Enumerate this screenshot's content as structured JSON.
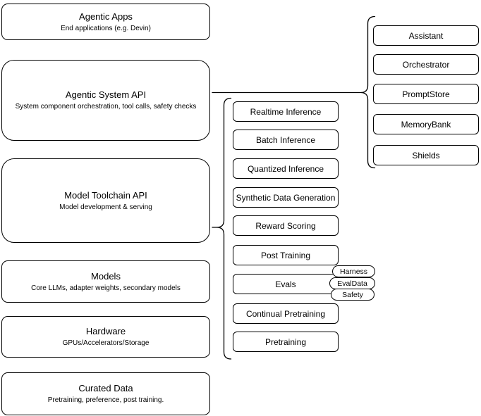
{
  "diagram": {
    "stack_layers": [
      {
        "title": "Agentic Apps",
        "subtitle": "End applications (e.g. Devin)"
      },
      {
        "title": "Agentic System API",
        "subtitle": "System component orchestration, tool calls, safety checks"
      },
      {
        "title": "Model Toolchain API",
        "subtitle": "Model development & serving"
      },
      {
        "title": "Models",
        "subtitle": "Core LLMs, adapter weights, secondary models"
      },
      {
        "title": "Hardware",
        "subtitle": "GPUs/Accelerators/Storage"
      },
      {
        "title": "Curated Data",
        "subtitle": "Pretraining, preference, post training."
      }
    ],
    "toolchain_capabilities": [
      "Realtime Inference",
      "Batch Inference",
      "Quantized Inference",
      "Synthetic Data Generation",
      "Reward Scoring",
      "Post Training",
      "Evals",
      "Continual Pretraining",
      "Pretraining"
    ],
    "eval_tags": [
      "Harness",
      "EvalData",
      "Safety"
    ],
    "system_components": [
      "Assistant",
      "Orchestrator",
      "PromptStore",
      "MemoryBank",
      "Shields"
    ],
    "colors": {
      "stroke": "#000000",
      "background": "#ffffff"
    }
  }
}
